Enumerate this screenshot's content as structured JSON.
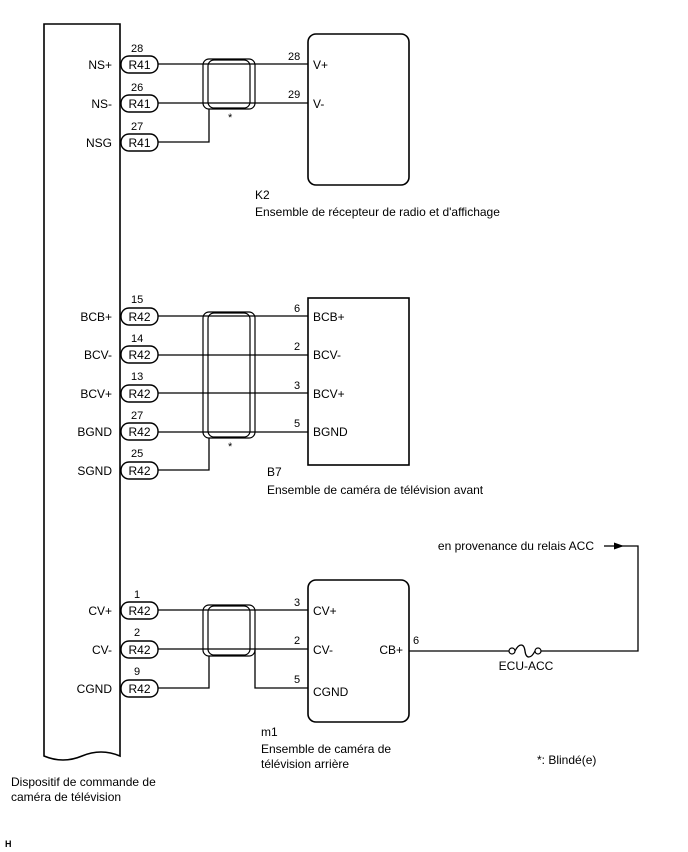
{
  "ecu": {
    "caption_line1": "Dispositif de commande de",
    "caption_line2": "caméra de télévision"
  },
  "k2": {
    "code": "K2",
    "name": "Ensemble de récepteur de radio et d'affichage",
    "connector": "R41",
    "pins": [
      {
        "left_label": "NS+",
        "left_pin": "28",
        "right_pin": "28",
        "right_label": "V+"
      },
      {
        "left_label": "NS-",
        "left_pin": "26",
        "right_pin": "29",
        "right_label": "V-"
      },
      {
        "left_label": "NSG",
        "left_pin": "27",
        "right_pin": "",
        "right_label": ""
      }
    ]
  },
  "b7": {
    "code": "B7",
    "name": "Ensemble de caméra de télévision avant",
    "connector": "R42",
    "pins": [
      {
        "left_label": "BCB+",
        "left_pin": "15",
        "right_pin": "6",
        "right_label": "BCB+"
      },
      {
        "left_label": "BCV-",
        "left_pin": "14",
        "right_pin": "2",
        "right_label": "BCV-"
      },
      {
        "left_label": "BCV+",
        "left_pin": "13",
        "right_pin": "3",
        "right_label": "BCV+"
      },
      {
        "left_label": "BGND",
        "left_pin": "27",
        "right_pin": "5",
        "right_label": "BGND"
      },
      {
        "left_label": "SGND",
        "left_pin": "25",
        "right_pin": "",
        "right_label": ""
      }
    ]
  },
  "m1": {
    "code": "m1",
    "name_line1": "Ensemble de caméra de",
    "name_line2": "télévision arrière",
    "connector": "R42",
    "pins": [
      {
        "left_label": "CV+",
        "left_pin": "1",
        "right_pin": "3",
        "right_label": "CV+"
      },
      {
        "left_label": "CV-",
        "left_pin": "2",
        "right_pin": "2",
        "right_label": "CV-"
      },
      {
        "left_label": "CGND",
        "left_pin": "9",
        "right_pin": "5",
        "right_label": "CGND"
      }
    ],
    "power_label": "CB+",
    "power_pin": "6"
  },
  "fuse_label": "ECU-ACC",
  "acc_source": "en provenance du relais ACC",
  "shield_marker": "*",
  "legend": "*: Blindé(e)",
  "corner_mark": "H"
}
